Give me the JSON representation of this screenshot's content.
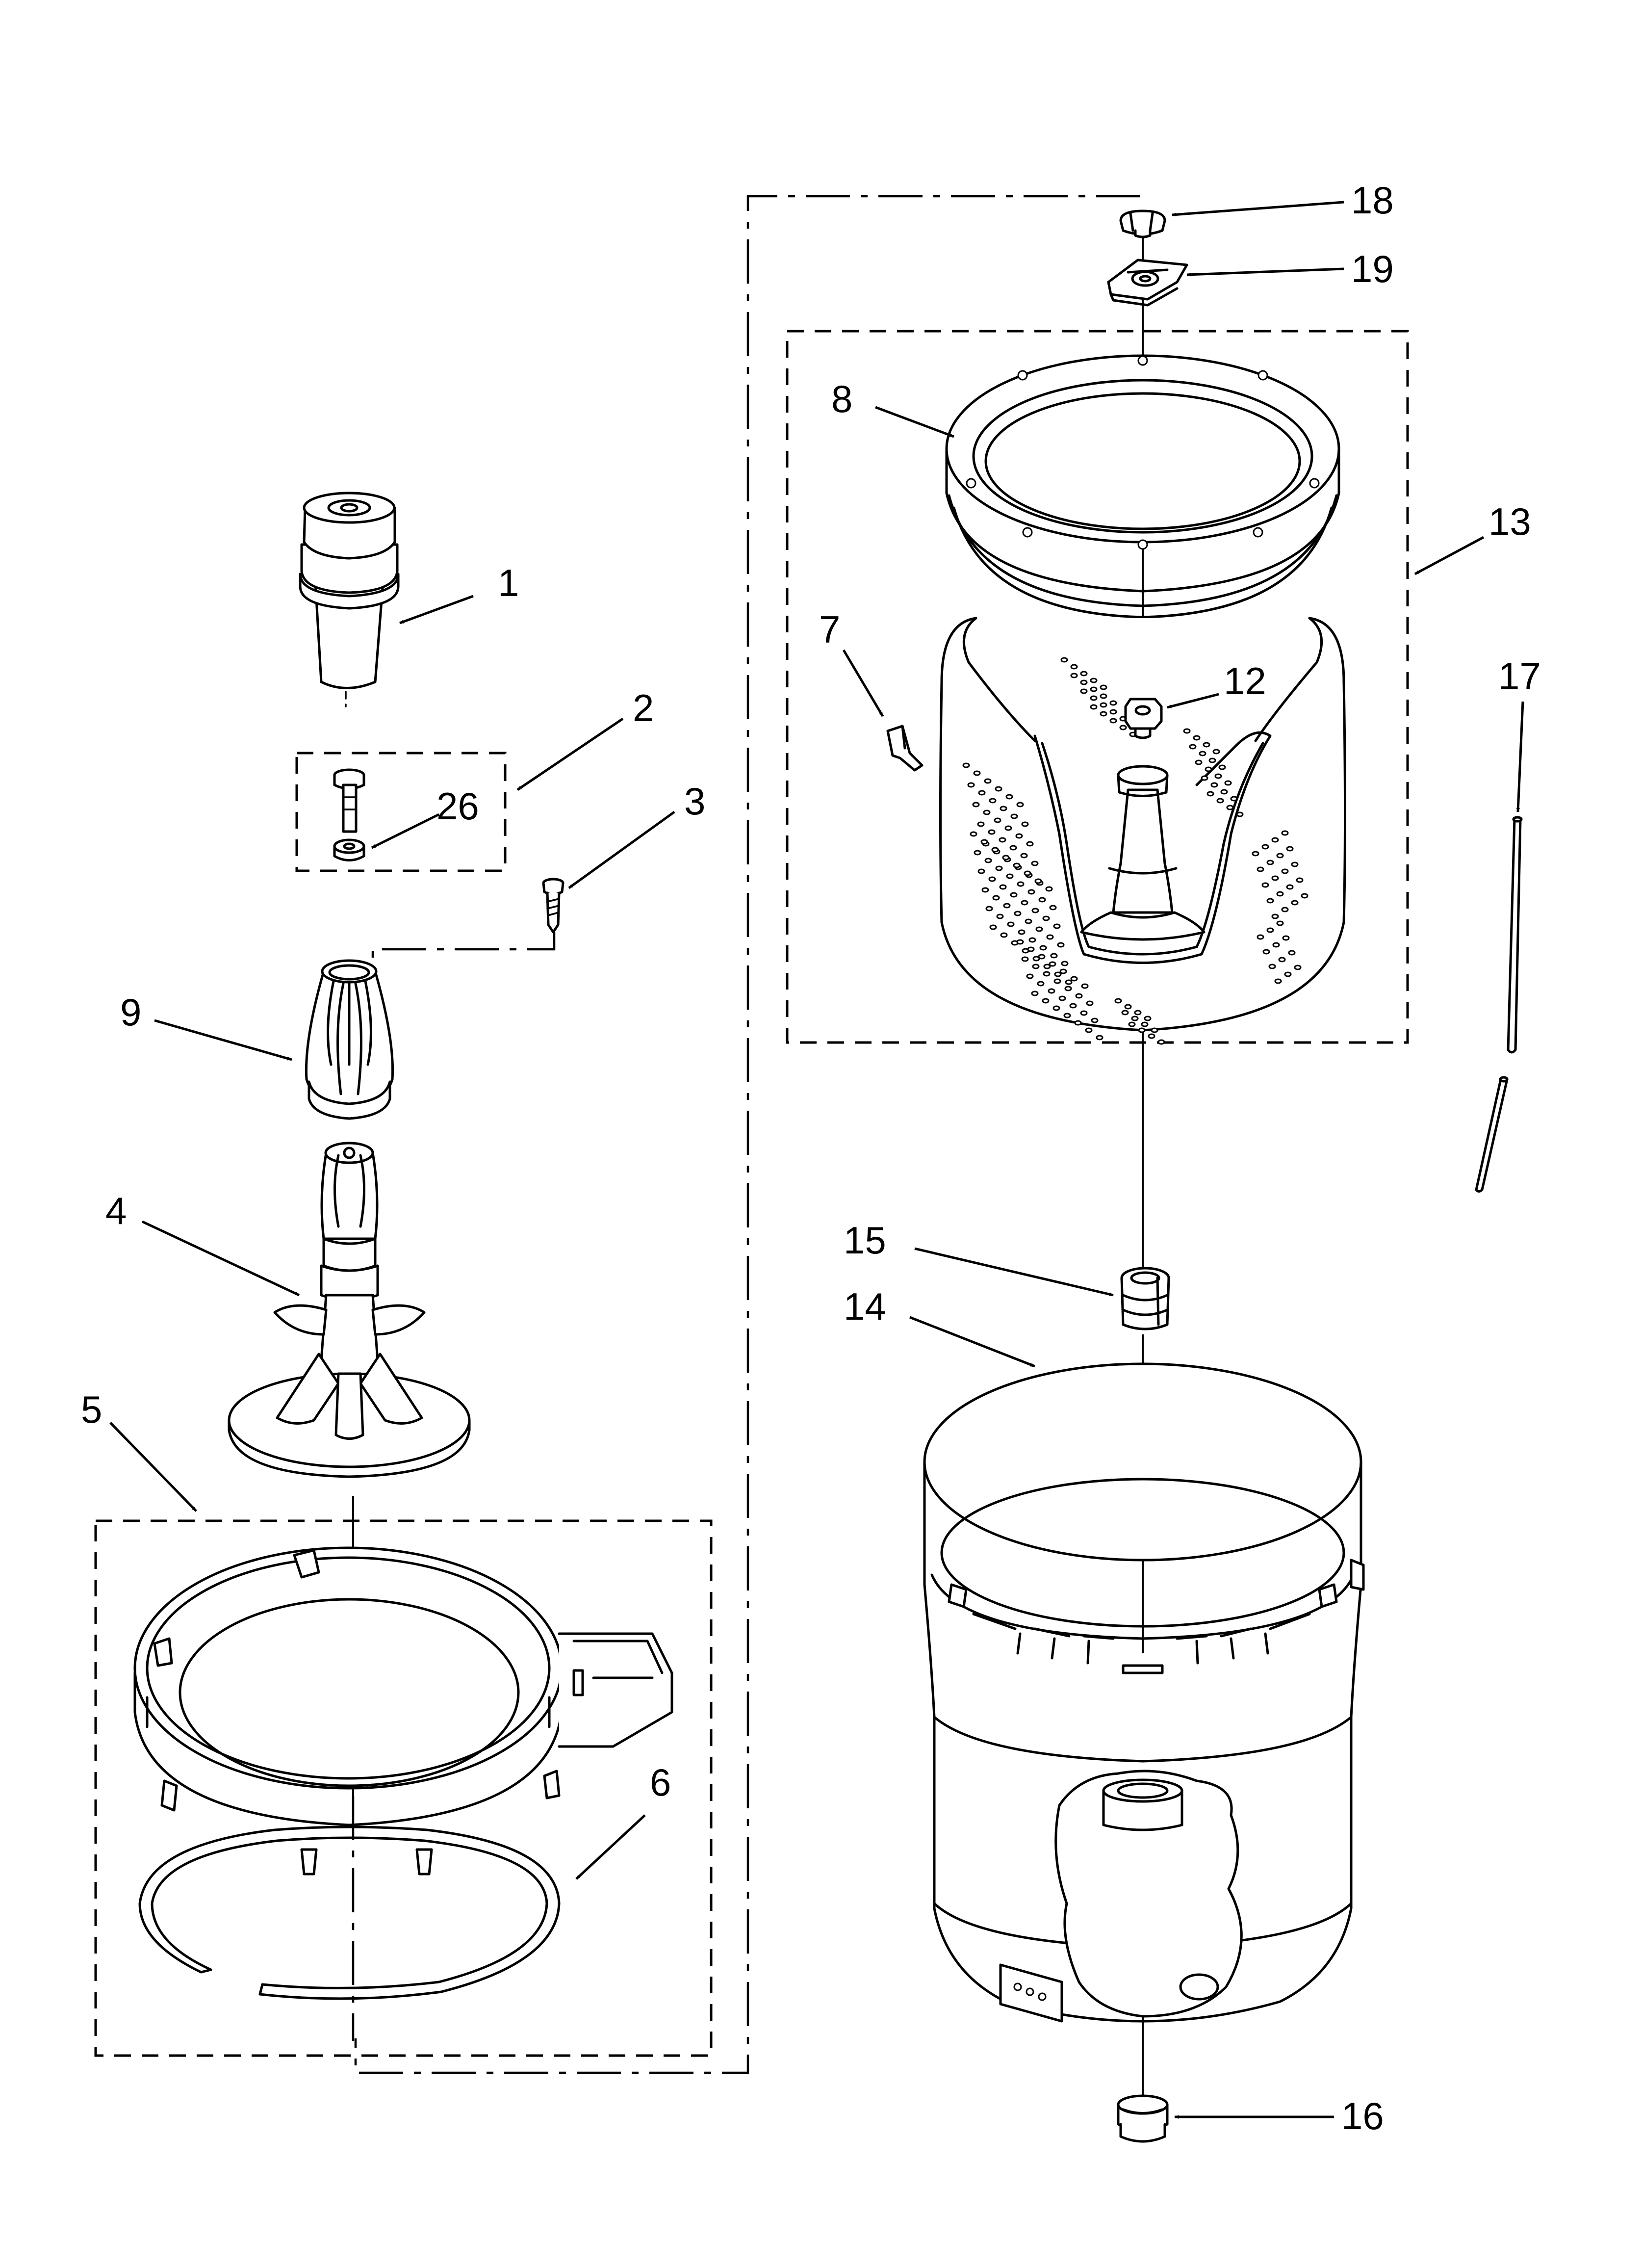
{
  "diagram": {
    "callouts": {
      "c1": "1",
      "c2": "2",
      "c3": "3",
      "c4": "4",
      "c5": "5",
      "c6": "6",
      "c7": "7",
      "c8": "8",
      "c9": "9",
      "c12": "12",
      "c13": "13",
      "c14": "14",
      "c15": "15",
      "c16": "16",
      "c17": "17",
      "c18": "18",
      "c19": "19",
      "c26": "26"
    },
    "line_color": "#000000",
    "background": "#ffffff"
  }
}
